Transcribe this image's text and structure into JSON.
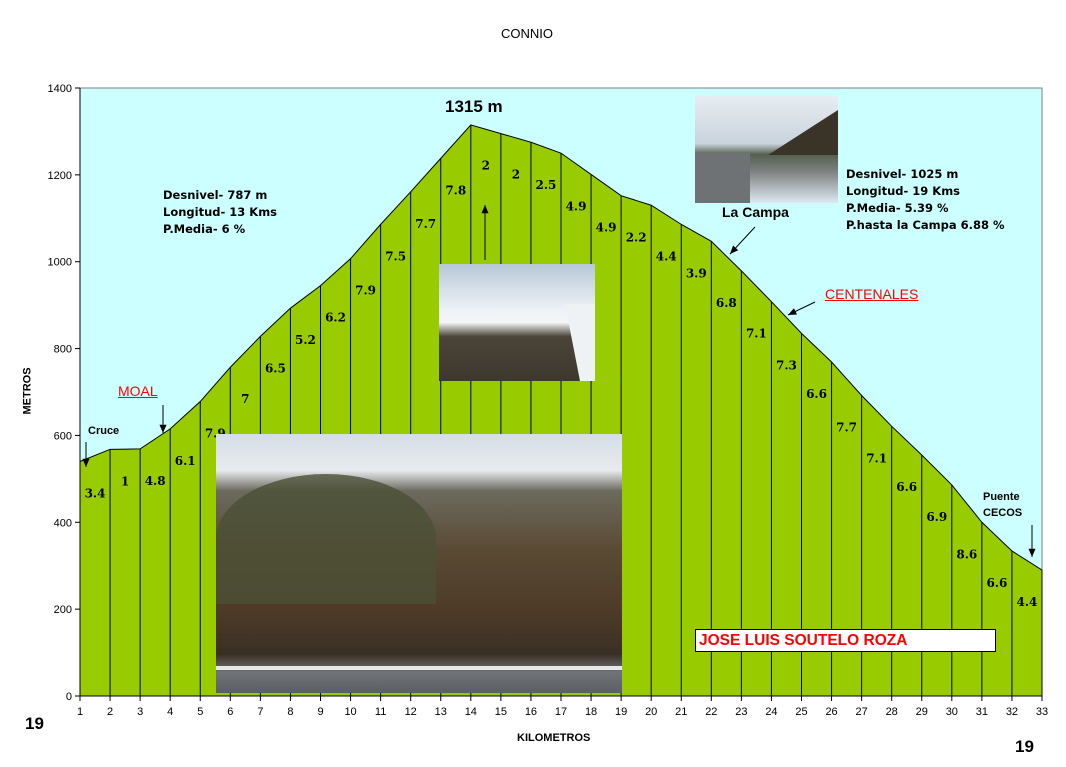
{
  "chart_data": {
    "type": "area",
    "title": "CONNIO",
    "xlabel": "KILOMETROS",
    "ylabel": "METROS",
    "xlim": [
      1,
      33
    ],
    "ylim": [
      0,
      1400
    ],
    "x_ticks": [
      1,
      2,
      3,
      4,
      5,
      6,
      7,
      8,
      9,
      10,
      11,
      12,
      13,
      14,
      15,
      16,
      17,
      18,
      19,
      20,
      21,
      22,
      23,
      24,
      25,
      26,
      27,
      28,
      29,
      30,
      31,
      32,
      33
    ],
    "y_ticks": [
      0,
      200,
      400,
      600,
      800,
      1000,
      1200,
      1400
    ],
    "x": [
      1,
      2,
      3,
      4,
      5,
      6,
      7,
      8,
      9,
      10,
      11,
      12,
      13,
      14,
      15,
      16,
      17,
      18,
      19,
      20,
      21,
      22,
      23,
      24,
      25,
      26,
      27,
      28,
      29,
      30,
      31,
      32,
      33
    ],
    "elevation": [
      540,
      568,
      569,
      615,
      678,
      757,
      828,
      893,
      945,
      1007,
      1086,
      1161,
      1238,
      1315,
      1295,
      1275,
      1250,
      1201,
      1152,
      1130,
      1086,
      1047,
      979,
      908,
      835,
      769,
      692,
      621,
      555,
      486,
      400,
      334,
      290
    ],
    "segment_gradients": [
      "3.4",
      "1",
      "4.8",
      "6.1",
      "7.9",
      "7",
      "6.5",
      "5.2",
      "6.2",
      "7.9",
      "7.5",
      "7.7",
      "7.8",
      "2",
      "2",
      "2.5",
      "4.9",
      "4.9",
      "2.2",
      "4.4",
      "3.9",
      "6.8",
      "7.1",
      "7.3",
      "6.6",
      "7.7",
      "7.1",
      "6.6",
      "6.9",
      "8.6",
      "6.6",
      "4.4"
    ],
    "colors": {
      "fill": "#99cc00",
      "sky": "#ccffff",
      "line": "#000000"
    },
    "grid": false
  },
  "annotations": {
    "summit": "1315 m",
    "west_stats": [
      "Desnivel- 787 m",
      "Longitud- 13 Kms",
      "P.Media- 6 %"
    ],
    "east_stats": [
      "Desnivel- 1025 m",
      "Longitud- 19 Kms",
      "P.Media- 5.39 %",
      "P.hasta la Campa 6.88 %"
    ],
    "la_campa": "La Campa",
    "centenales": "CENTENALES",
    "moal": "MOAL",
    "cruce": "Cruce",
    "puente": "Puente",
    "cecos": "CECOS",
    "author": "JOSE LUIS SOUTELO ROZA",
    "number_left": "19",
    "number_right": "19"
  }
}
